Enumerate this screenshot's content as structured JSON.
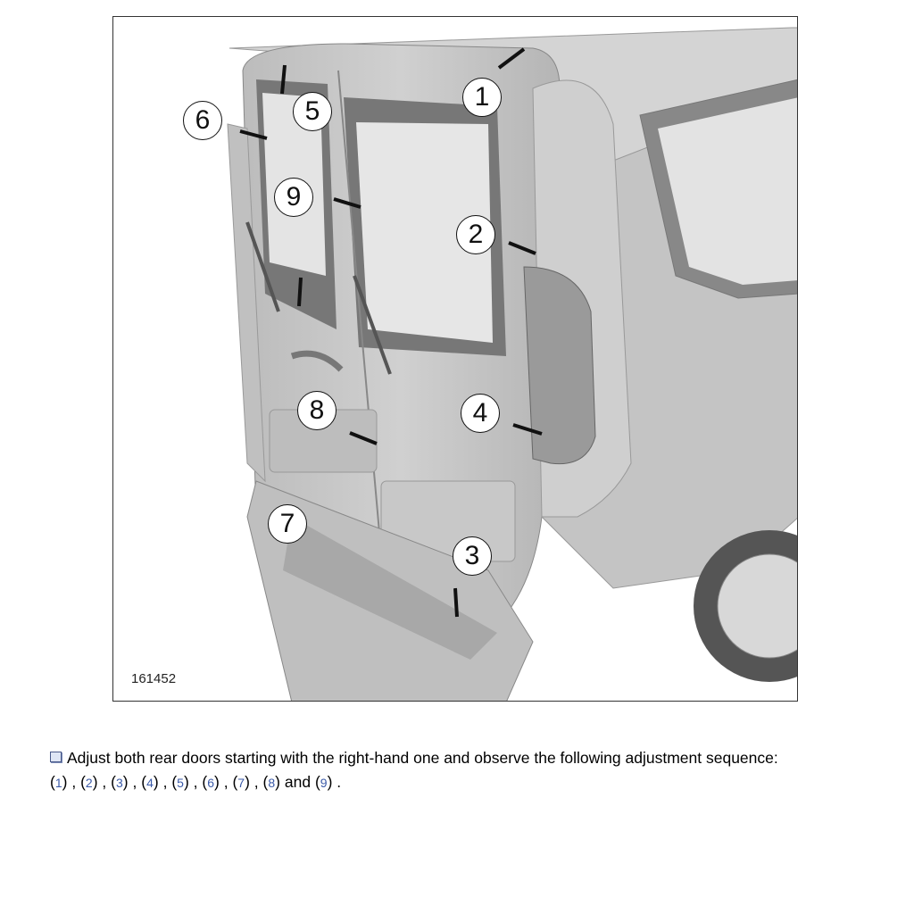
{
  "figure": {
    "id": "161452",
    "callouts": [
      "1",
      "2",
      "3",
      "4",
      "5",
      "6",
      "7",
      "8",
      "9"
    ]
  },
  "instruction": {
    "text": "Adjust both rear doors starting with the right-hand one and observe the following adjustment sequence:",
    "sequence": [
      "1",
      "2",
      "3",
      "4",
      "5",
      "6",
      "7",
      "8",
      "9"
    ],
    "separator": ",",
    "conjunction": "and",
    "end": "."
  },
  "colors": {
    "link": "#3b5aa8",
    "van_body": "#c9c9c9",
    "window": "#e2e2e2"
  }
}
